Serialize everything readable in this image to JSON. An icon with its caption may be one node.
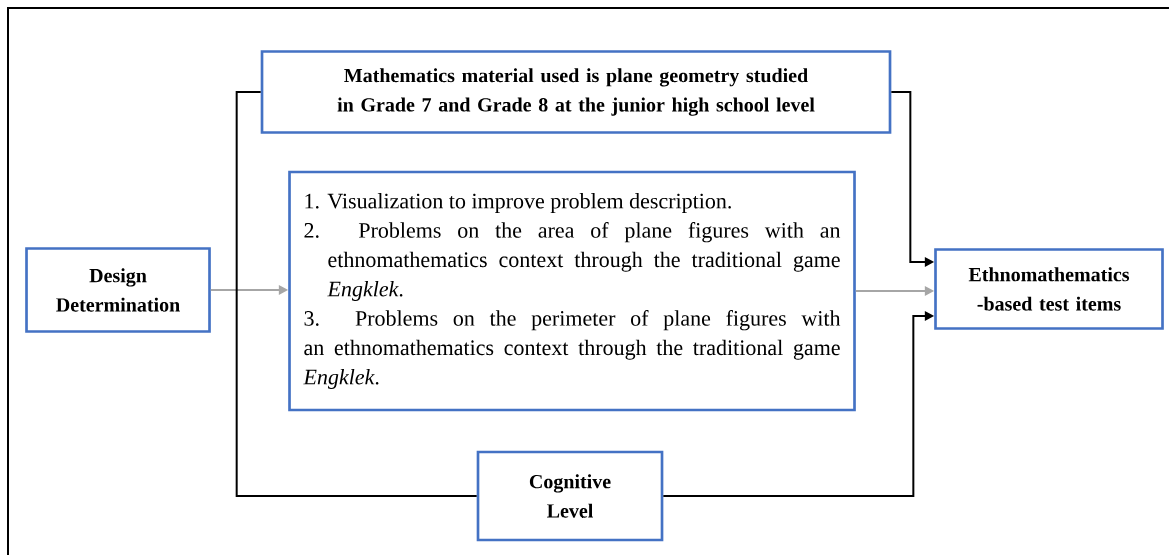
{
  "diagram": {
    "nodes": [
      {
        "text": [
          "Mathematics material used is plane geometry studied in Grade 7 and Grade 8 at the junior high school level"
        ]
      },
      {
        "text": [
          "Design Determination"
        ]
      },
      {
        "text": [
          "1. Visualization to improve problem description.",
          "2. Problems on the area of plane figures with an ethnomathematics context through the traditional game *Engklek*.",
          "3. Problems on the perimeter of plane figures with an ethnomathematics context through the traditional game *Engklek*."
        ]
      },
      {
        "text": [
          "Ethnomathematics -based test items"
        ]
      },
      {
        "text": [
          "Cognitive Level"
        ]
      }
    ],
    "edges": [
      {
        "from": 1,
        "to": 2,
        "arrow": "to",
        "color": "#a6a6a6"
      },
      {
        "from": 2,
        "to": 3,
        "arrow": "to",
        "color": "#a6a6a6"
      },
      {
        "from": 0,
        "to": 3,
        "arrow": "to"
      },
      {
        "from": 4,
        "to": 3,
        "arrow": "to"
      },
      {
        "from": 0,
        "to": 4,
        "arrow": "none"
      }
    ]
  }
}
